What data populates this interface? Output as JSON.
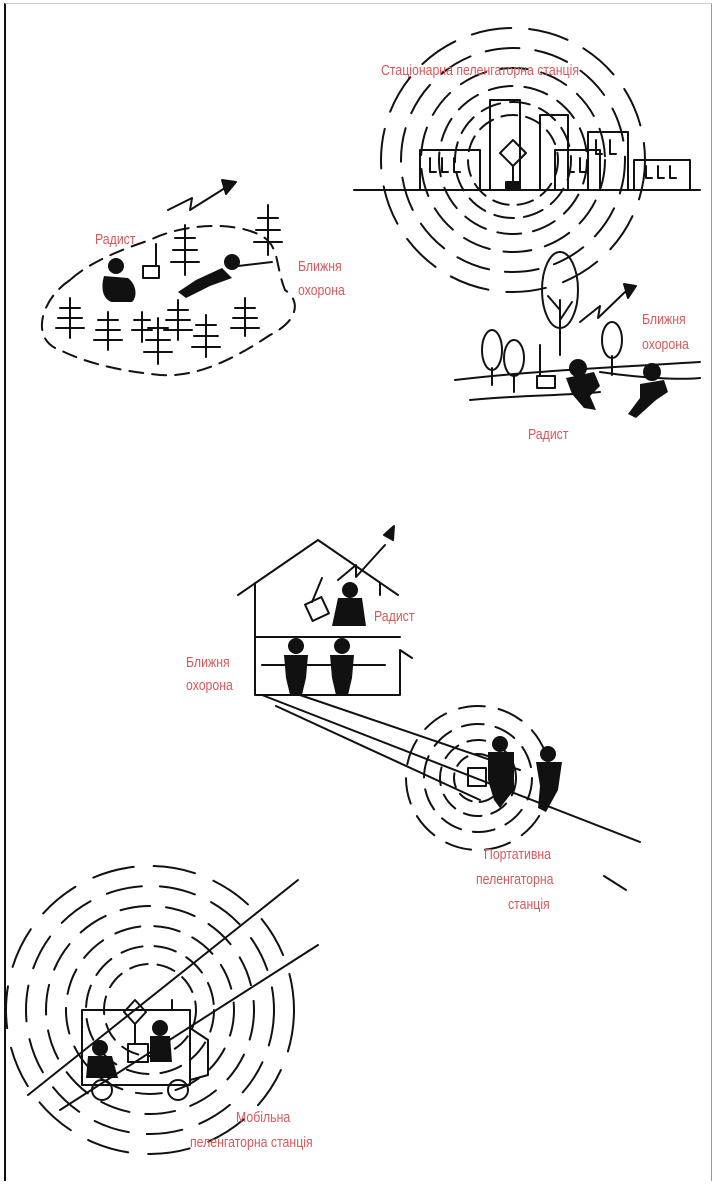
{
  "colors": {
    "label": "#d9585a",
    "ink": "#111111"
  },
  "labels": {
    "stationary_station": "Стаціонарна пеленгаторна станція",
    "forest_operator": "Радист",
    "forest_guard_line1": "Ближня",
    "forest_guard_line2": "охорона",
    "field_guard_line1": "Ближня",
    "field_guard_line2": "охорона",
    "field_operator": "Радист",
    "house_operator": "Радист",
    "house_guard_line1": "Ближня",
    "house_guard_line2": "охорона",
    "portable_line1": "Портативна",
    "portable_line2": "пеленгаторна",
    "portable_line3": "станція",
    "mobile_line1": "Мобільна",
    "mobile_line2": "пеленгаторна станція"
  }
}
